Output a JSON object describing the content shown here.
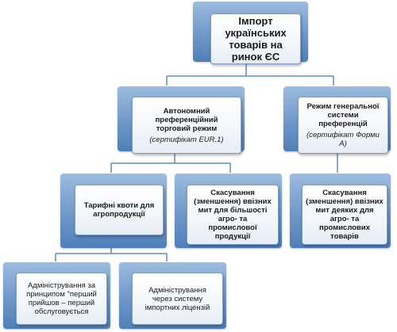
{
  "diagram": {
    "root": {
      "label": "Імпорт\nукраїнських\nтоварів на\nринок ЄС"
    },
    "autonomous_regime": {
      "label": "Автономний\nпреференційний\nторговий режим",
      "note": "(сертифікат EUR.1)"
    },
    "gsp_regime": {
      "label": "Режим генеральної\nсистеми\nпреференцій",
      "note": "(сертифікат Форми\nА)"
    },
    "tariff_quotas": {
      "label": "Тарифні квоти для\nагропродукції"
    },
    "duty_reduction_most": {
      "label": "Скасування\n(зменшення) ввізних\nмит для  більшості\nагро- та\nпромислової\nпродукції"
    },
    "duty_reduction_some": {
      "label": "Скасування\n(зменшення) ввізних\nмит деяких для\nагро- та\nпромислових\nтоварів"
    },
    "fcfs_admin": {
      "label": "Адміністрування за\nпринципом \"перший\nприйшов – перший\nобслуговується"
    },
    "license_admin": {
      "label": "Адміністрування\nчерез систему\nімпортних ліцензій"
    }
  }
}
